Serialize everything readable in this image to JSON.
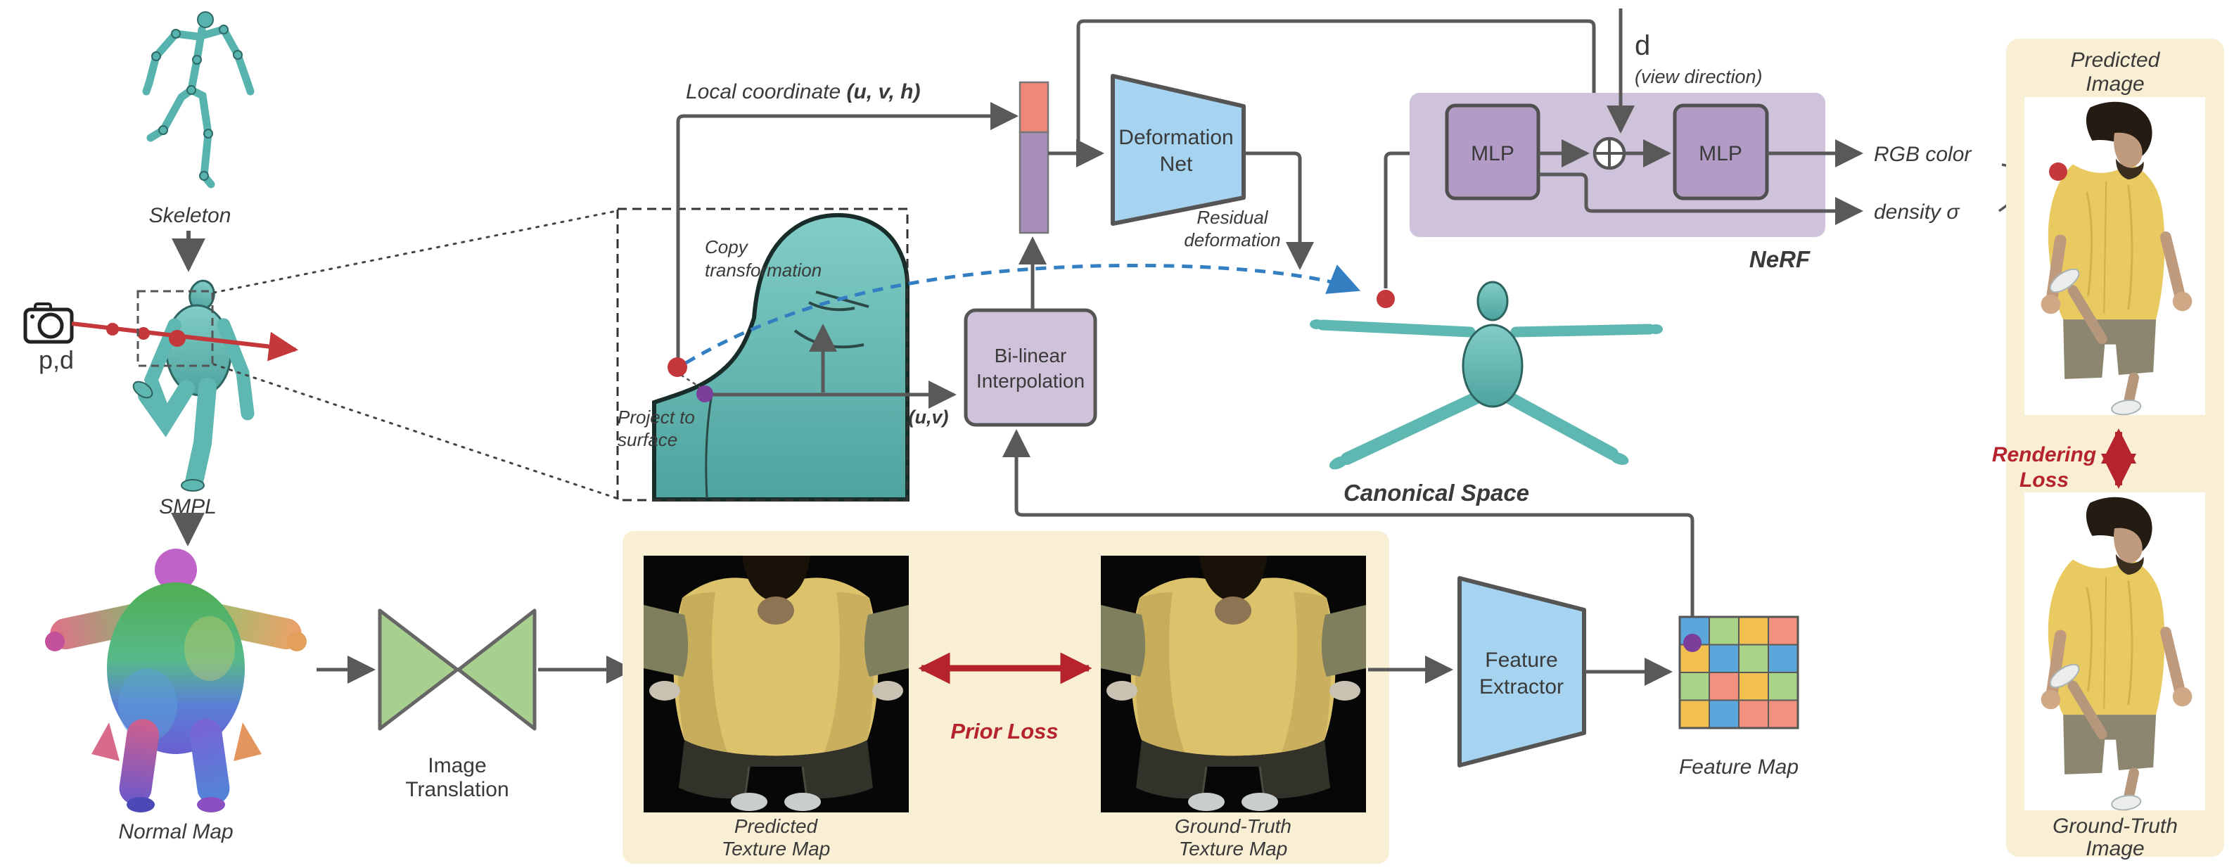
{
  "colors": {
    "teal": "#63b8b2",
    "teal_dark": "#2e6360",
    "line_gray": "#595959",
    "accent_red": "#b5242c",
    "ray_red": "#c4373b",
    "dash_blue": "#337fc2",
    "cream_panel": "#f9efd4",
    "nerf_bg": "#cfc3db",
    "mlp_fill": "#b29cc5",
    "box_purple": "#cfc2da",
    "box_blue": "#a6d4f0",
    "bowtie_green": "#a7cf8d",
    "bar_orange": "#f08878",
    "bar_purple": "#a78fba",
    "shirt_yellow": "#e9ca60",
    "fm_blue": "#5ba7dc",
    "fm_green": "#a9d488",
    "fm_yellow": "#f2c04e",
    "fm_salmon": "#f2917d",
    "sample_purple": "#7b3f9b"
  },
  "left": {
    "skeleton_label": "Skeleton",
    "camera_label": "p,d",
    "smpl_label": "SMPL",
    "normal_map_label": "Normal Map",
    "translation_line1": "Image",
    "translation_line2": "Translation"
  },
  "inset": {
    "local_coord_prefix": "Local coordinate ",
    "local_coord_vals": "(u, v, h)",
    "copy_line1": "Copy",
    "copy_line2": "transformation",
    "project_line1": "Project to",
    "project_line2": "surface",
    "uv": "(u,v)"
  },
  "middle": {
    "bilinear_line1": "Bi-linear",
    "bilinear_line2": "Interpolation",
    "deformation_line1": "Deformation",
    "deformation_line2": "Net",
    "residual_line1": "Residual",
    "residual_line2": "deformation",
    "canonical_space": "Canonical Space"
  },
  "nerf": {
    "d": "d",
    "view_direction": "(view direction)",
    "mlp_left": "MLP",
    "mlp_right": "MLP",
    "label": "NeRF",
    "rgb": "RGB color",
    "density": "density σ"
  },
  "texture_panel": {
    "pred_line1": "Predicted",
    "pred_line2": "Texture Map",
    "gt_line1": "Ground-Truth",
    "gt_line2": "Texture Map",
    "prior_loss": "Prior Loss"
  },
  "feature": {
    "extractor_line1": "Feature",
    "extractor_line2": "Extractor",
    "map_label": "Feature Map",
    "grid": [
      [
        "blue",
        "green",
        "yellow",
        "salmon"
      ],
      [
        "yellow",
        "blue",
        "green",
        "blue"
      ],
      [
        "green",
        "salmon",
        "yellow",
        "green"
      ],
      [
        "yellow",
        "blue",
        "salmon",
        "salmon"
      ]
    ]
  },
  "right_panel": {
    "pred_line1": "Predicted",
    "pred_line2": "Image",
    "rendering_line1": "Rendering",
    "rendering_line2": "Loss",
    "gt_line1": "Ground-Truth",
    "gt_line2": "Image"
  }
}
